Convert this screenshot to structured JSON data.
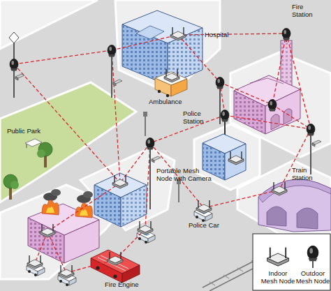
{
  "diagram": {
    "labels": [
      "Hospital",
      "Fire Station",
      "Ambulance",
      "Public Park",
      "Police Station",
      "Portable Mesh Node with Camera",
      "Police Car",
      "Train Station",
      "Fire Engine"
    ],
    "legend": [
      {
        "text": "Indoor Mesh Node"
      },
      {
        "text": "Outdoor Mesh Node"
      }
    ]
  }
}
